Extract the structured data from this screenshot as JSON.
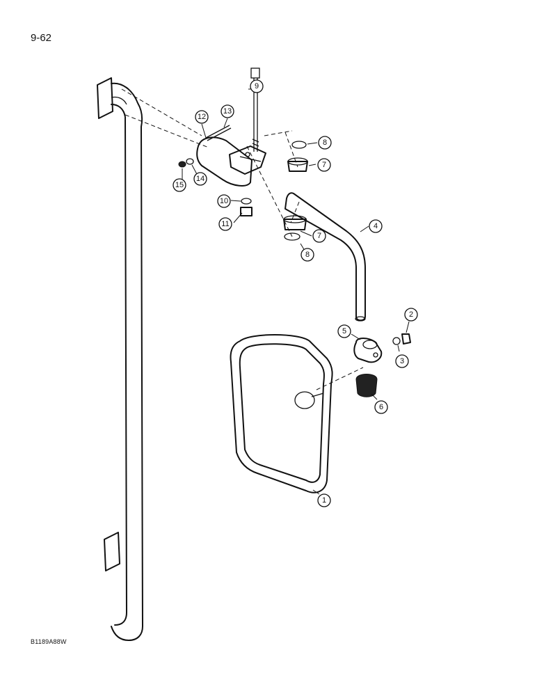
{
  "page": {
    "page_number": "9-62",
    "figure_code": "B1189A88W"
  },
  "callouts": {
    "c1": "1",
    "c2": "2",
    "c3": "3",
    "c4": "4",
    "c5": "5",
    "c6": "6",
    "c7a": "7",
    "c7b": "7",
    "c8a": "8",
    "c8b": "8",
    "c9": "9",
    "c10": "10",
    "c11": "11",
    "c12": "12",
    "c13": "13",
    "c14": "14",
    "c15": "15"
  }
}
